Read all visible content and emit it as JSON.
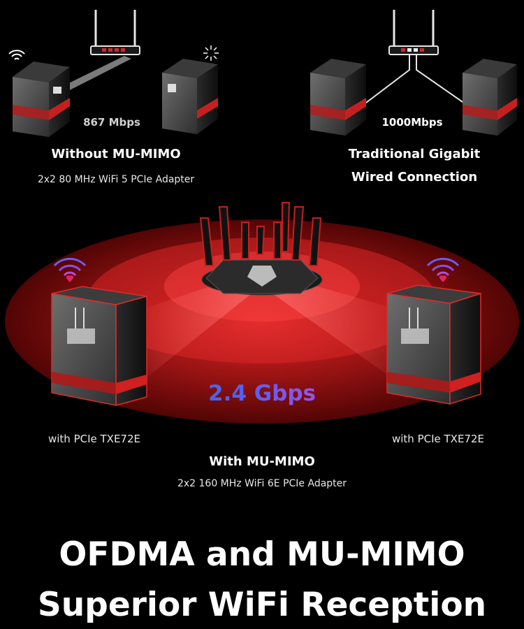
{
  "top_left": {
    "speed": "867 Mbps",
    "heading": "Without MU-MIMO",
    "subtitle": "2x2 80 MHz WiFi 5 PCIe Adapter"
  },
  "top_right": {
    "speed": "1000Mbps",
    "heading_line1": "Traditional Gigabit",
    "heading_line2": "Wired Connection"
  },
  "center": {
    "speed": "2.4 Gbps",
    "left_caption": "with PCIe TXE72E",
    "right_caption": "with PCIe TXE72E",
    "heading": "With MU-MIMO",
    "subtitle": "2x2 160 MHz WiFi 6E PCIe Adapter"
  },
  "footer": {
    "title_line1": "OFDMA and MU-MIMO",
    "title_line2": "Superior WiFi Reception"
  },
  "colors": {
    "background": "#000000",
    "accent_red": "#e0242b",
    "speed_gradient_start": "#2f6df0",
    "speed_gradient_end": "#b052e8",
    "wifi_icon": "#8a4fe0",
    "heart_icon": "#e0245e"
  },
  "icons": [
    "wifi-icon",
    "sparkle-icon",
    "wifi-heart-icon"
  ]
}
